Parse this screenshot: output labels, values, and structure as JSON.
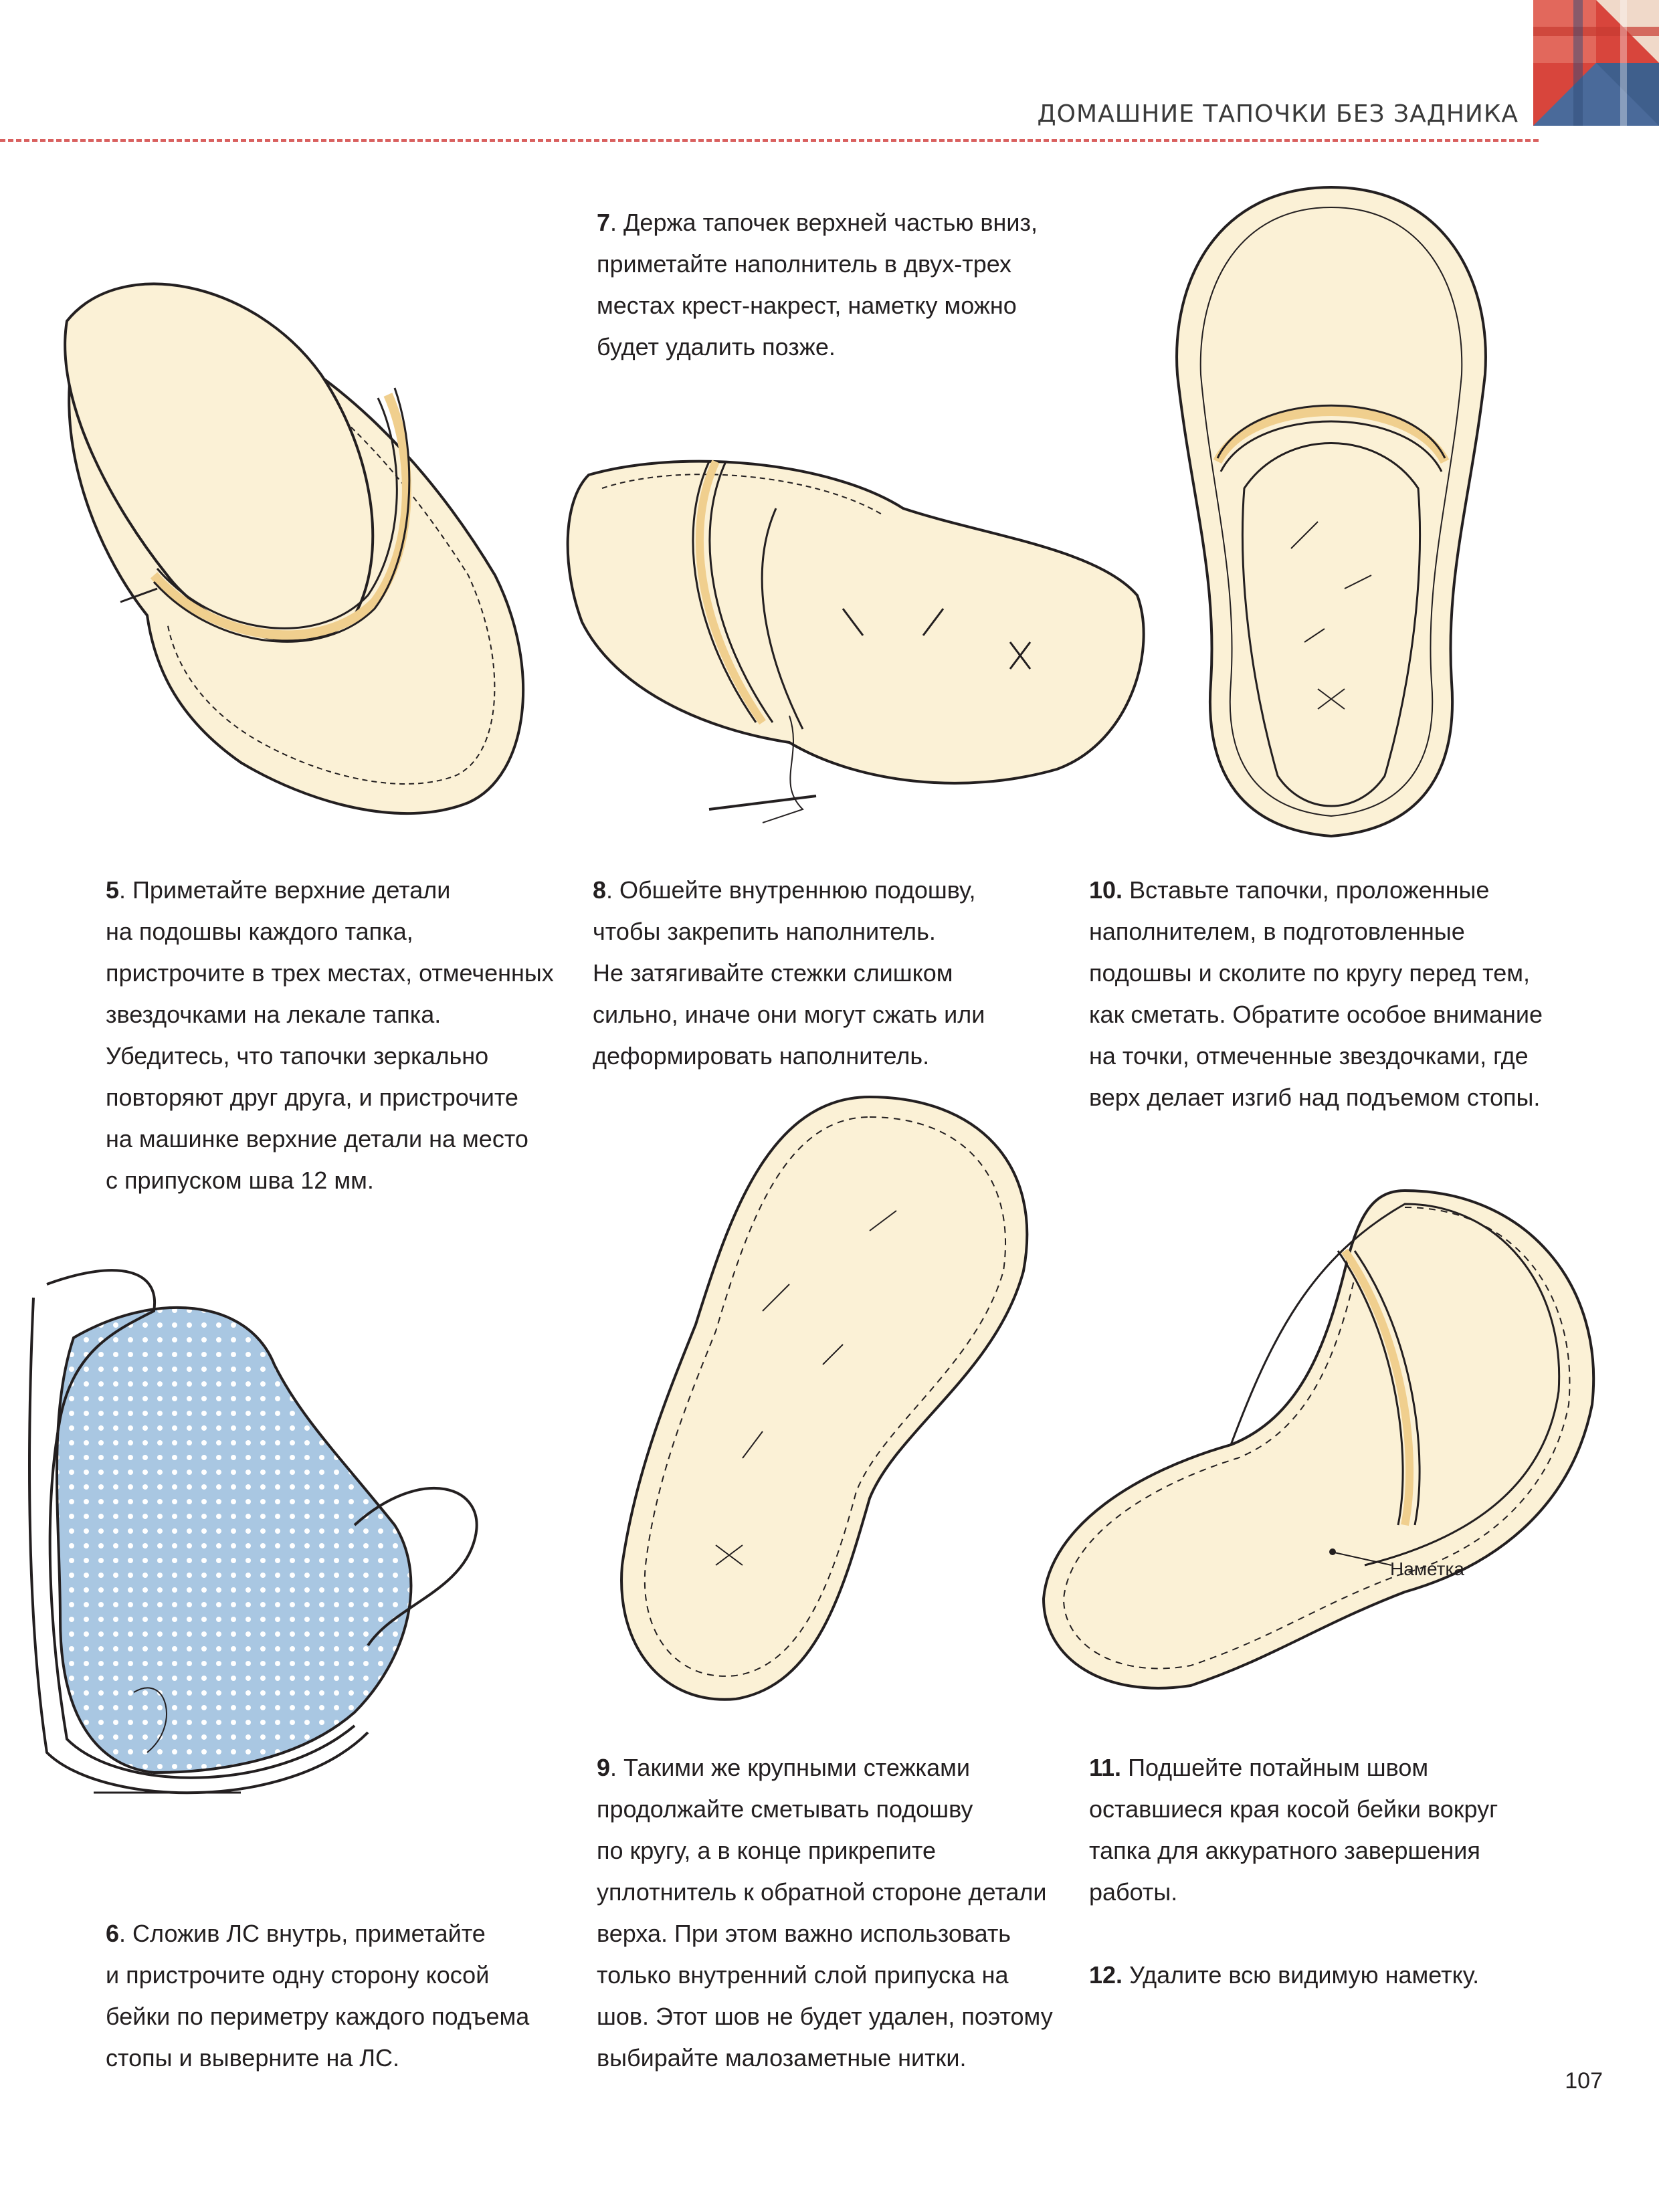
{
  "header": {
    "title": "ДОМАШНИЕ ТАПОЧКИ БЕЗ ЗАДНИКА",
    "accent_color": "#d9605f"
  },
  "colors": {
    "fabric": "#fbf1d6",
    "outline": "#231f20",
    "binding": "#f0cf8e",
    "polka": "#a9c7e2"
  },
  "steps": {
    "s5": {
      "num": "5",
      "lines": [
        "Приметайте верхние детали",
        "на подошвы каждого тапка,",
        "пристрочите в трех местах, отмеченных",
        "звездочками на лекале тапка.",
        "Убедитесь, что тапочки зеркально",
        "повторяют друг друга, и пристрочите",
        "на машинке верхние детали на место",
        "с припуском шва 12 мм."
      ]
    },
    "s6": {
      "num": "6",
      "lines": [
        "Сложив ЛС внутрь, приметайте",
        "и пристрочите одну сторону косой",
        "бейки по периметру каждого подъема",
        "стопы и выверните на ЛС."
      ]
    },
    "s7": {
      "num": "7",
      "lines": [
        "Держа тапочек верхней частью вниз,",
        "приметайте наполнитель в двух-трех",
        "местах крест-накрест, наметку можно",
        "будет удалить позже."
      ]
    },
    "s8": {
      "num": "8",
      "lines": [
        "Обшейте внутреннюю подошву,",
        "чтобы закрепить наполнитель.",
        "Не затягивайте стежки слишком",
        "сильно, иначе они могут сжать или",
        "деформировать наполнитель."
      ]
    },
    "s9": {
      "num": "9",
      "lines": [
        "Такими же крупными стежками",
        "продолжайте сметывать подошву",
        "по кругу, а в конце прикрепите",
        "уплотнитель к обратной стороне детали",
        "верха. При этом важно использовать",
        "только внутренний слой припуска на",
        "шов. Этот шов не будет удален, поэтому",
        "выбирайте малозаметные нитки."
      ]
    },
    "s10": {
      "num": "10.",
      "lines": [
        "Вставьте тапочки, проложенные",
        "наполнителем, в подготовленные",
        "подошвы и сколите по кругу перед тем,",
        "как сметать. Обратите особое внимание",
        "на точки, отмеченные звездочками, где",
        "верх делает изгиб над подъемом стопы."
      ]
    },
    "s11": {
      "num": "11.",
      "lines": [
        "Подшейте потайным швом",
        "оставшиеся края косой бейки вокруг",
        "тапка для аккуратного завершения",
        "работы."
      ]
    },
    "s12": {
      "num": "12.",
      "lines": [
        "Удалите всю видимую наметку."
      ]
    }
  },
  "figure_labels": {
    "basting": "Наметка"
  },
  "page_number": "107"
}
